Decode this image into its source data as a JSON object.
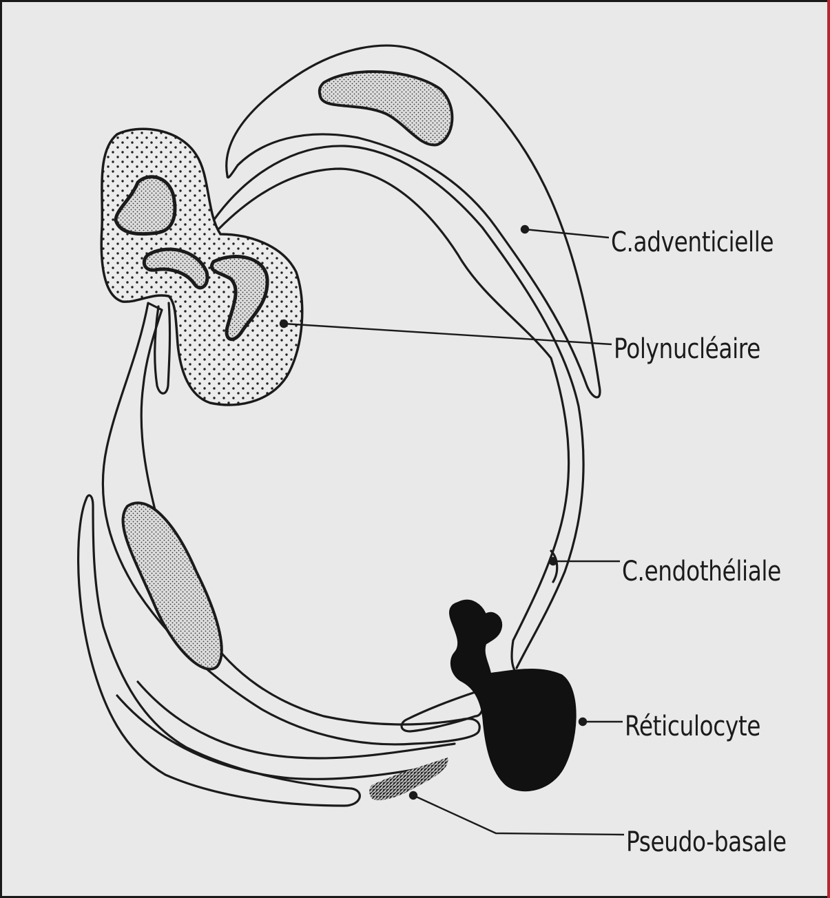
{
  "labels": {
    "adventicielle": "C.adventicielle",
    "polynucleaire": "Polynucléaire",
    "endotheliale": "C.endothéliale",
    "reticulocyte": "Réticulocyte",
    "pseudo_basale": "Pseudo-basale"
  },
  "colors": {
    "background": "#e9e9ea",
    "ink": "#1b1b1b",
    "frame_edge": "#b8262f"
  }
}
